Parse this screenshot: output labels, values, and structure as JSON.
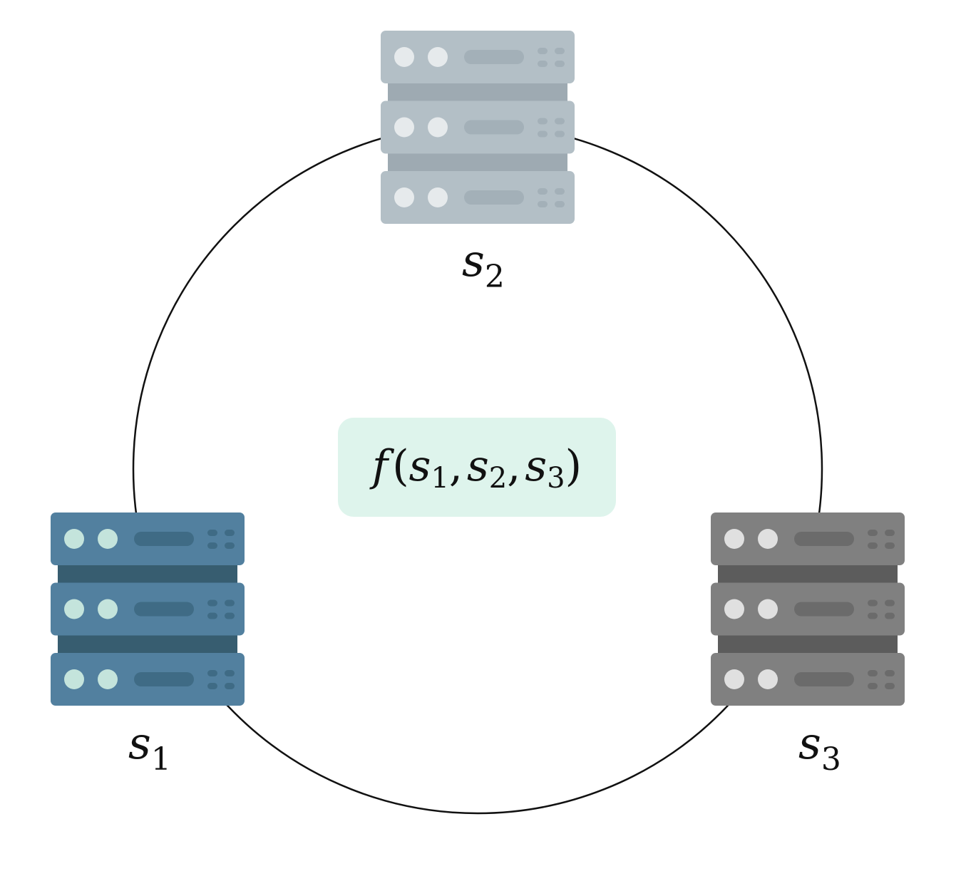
{
  "nodes": [
    {
      "id": "s1",
      "label_var": "s",
      "label_sub": "1",
      "icon": "server-rack-icon",
      "colors": {
        "unit": "#52809f",
        "connector": "#375d70",
        "light": "#c4e4dc",
        "slot": "#3f6b85"
      }
    },
    {
      "id": "s2",
      "label_var": "s",
      "label_sub": "2",
      "icon": "server-rack-icon",
      "colors": {
        "unit": "#b3bfc6",
        "connector": "#9eaab2",
        "light": "#e6eaec",
        "slot": "#a3b0b8"
      }
    },
    {
      "id": "s3",
      "label_var": "s",
      "label_sub": "3",
      "icon": "server-rack-icon",
      "colors": {
        "unit": "#808080",
        "connector": "#5c5c5c",
        "light": "#e0e0e0",
        "slot": "#6b6b6b"
      }
    }
  ],
  "function_box": {
    "fn": "f",
    "open": "(",
    "args": [
      {
        "var": "s",
        "sub": "1"
      },
      {
        "var": "s",
        "sub": "2"
      },
      {
        "var": "s",
        "sub": "3"
      }
    ],
    "sep": ",",
    "close": ")",
    "background": "#def4ec"
  },
  "ring": {
    "stroke": "#111111"
  }
}
